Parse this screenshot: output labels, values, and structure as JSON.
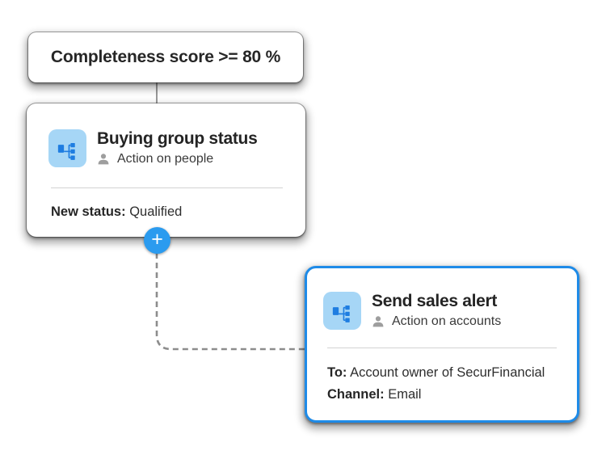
{
  "palette": {
    "accent_blue": "#2b9bef",
    "selected_border_blue": "#1e8be8",
    "icon_tile_bg": "#a6d6f6",
    "icon_glyph_blue": "#1e7de1",
    "connector_gray": "#9a9a9a",
    "text_primary": "#262626",
    "text_secondary": "#3a3a3a",
    "divider_gray": "#d2d2d2",
    "card_bg": "#ffffff"
  },
  "icons": {
    "node_type_icon": "hierarchy-icon",
    "context_icon": "person-icon",
    "add_icon": "plus-icon"
  },
  "workflow": {
    "condition_node": {
      "title": "Completeness score >= 80 %"
    },
    "buying_group_node": {
      "title": "Buying group status",
      "context": "Action on people",
      "fields": [
        {
          "label": "New status:",
          "value": "Qualified"
        }
      ]
    },
    "add_button": {
      "glyph": "+"
    },
    "sales_alert_node": {
      "title": "Send sales alert",
      "context": "Action on accounts",
      "selected": true,
      "fields": [
        {
          "label": "To:",
          "value": "Account owner of SecurFinancial"
        },
        {
          "label": "Channel:",
          "value": "Email"
        }
      ]
    }
  }
}
